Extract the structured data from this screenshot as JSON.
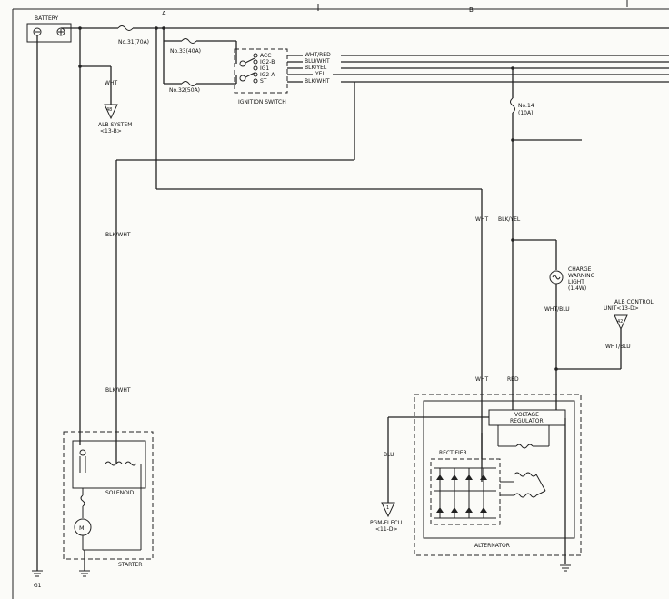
{
  "zones": {
    "a": "A",
    "b": "B"
  },
  "battery": {
    "label": "BATTERY"
  },
  "fuses": {
    "f31": "No.31(70A)",
    "f33": "No.33(40A)",
    "f32": "No.32(50A)",
    "f14_name": "No.14",
    "f14_rating": "(10A)"
  },
  "ignition_switch": {
    "label": "IGNITION SWITCH",
    "positions": [
      "ACC",
      "IG2-B",
      "IG1",
      "IG2-A",
      "ST"
    ]
  },
  "switch_wires": [
    "WHT/RED",
    "BLU/WHT",
    "BLK/YEL",
    "YEL",
    "BLK/WHT"
  ],
  "wire_labels": {
    "wht_alb": "WHT",
    "blk_wht_upper": "BLK/WHT",
    "blk_wht_lower": "BLK/WHT",
    "wht_main": "WHT",
    "blk_yel": "BLK/YEL",
    "wht_blu_light": "WHT/BLU",
    "wht_blu_alb": "WHT/BLU",
    "wht_alt": "WHT",
    "red": "RED",
    "blu": "BLU"
  },
  "connectors": {
    "alb_system": {
      "num": "48",
      "name": "ALB SYSTEM",
      "ref": "<13-B>"
    },
    "alb_control": {
      "num": "42",
      "name": "ALB CONTROL",
      "name2": "UNIT<13-D>"
    },
    "pgm_fi": {
      "num": "1",
      "name": "PGM-FI ECU",
      "ref": "<11-D>"
    }
  },
  "charge_light": {
    "line1": "CHARGE",
    "line2": "WARNING",
    "line3": "LIGHT",
    "line4": "(1.4W)"
  },
  "components": {
    "solenoid": "SOLENOID",
    "starter": "STARTER",
    "motor": "M",
    "rectifier": "RECTIFIER",
    "regulator1": "VOLTAGE",
    "regulator2": "REGULATOR",
    "alternator": "ALTERNATOR"
  },
  "ground": {
    "g1": "G1"
  }
}
